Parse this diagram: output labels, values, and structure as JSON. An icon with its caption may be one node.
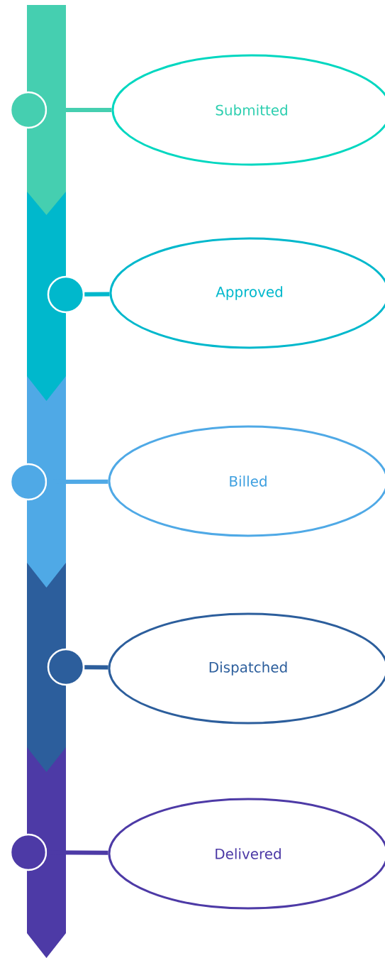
{
  "diagram": {
    "nodes": [
      {
        "text": [],
        "shape": "circle"
      },
      {
        "text": [
          "Submitted"
        ]
      },
      {
        "text": [],
        "shape": "circle"
      },
      {
        "text": [
          "Approved"
        ]
      },
      {
        "text": [],
        "shape": "circle"
      },
      {
        "text": [
          "Billed"
        ]
      },
      {
        "text": [],
        "shape": "circle"
      },
      {
        "text": [
          "Dispatched"
        ]
      },
      {
        "text": [],
        "shape": "circle"
      },
      {
        "text": [
          "Delivered"
        ]
      }
    ],
    "edges": [
      {
        "from": 0,
        "to": 1,
        "arrow": "none",
        "color": "#45cfb0"
      },
      {
        "from": 2,
        "to": 3,
        "arrow": "none",
        "color": "#00b8cc"
      },
      {
        "from": 4,
        "to": 5,
        "arrow": "none",
        "color": "#4fa9e6"
      },
      {
        "from": 6,
        "to": 7,
        "arrow": "none",
        "color": "#2c5e9c"
      },
      {
        "from": 8,
        "to": 9,
        "arrow": "none",
        "color": "#4d3aa6"
      }
    ]
  }
}
